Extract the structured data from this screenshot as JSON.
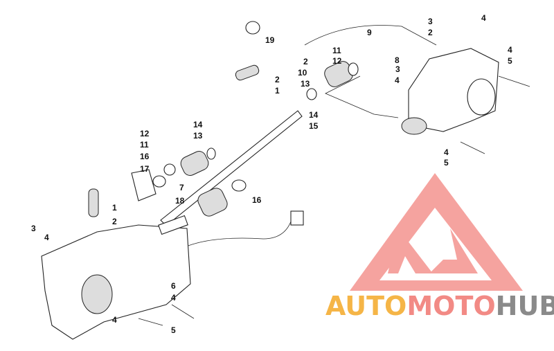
{
  "diagram": {
    "callouts": [
      "19",
      "9",
      "3",
      "4",
      "2",
      "2",
      "10",
      "2",
      "1",
      "11",
      "12",
      "13",
      "14",
      "15",
      "8",
      "3",
      "4",
      "4",
      "5",
      "4",
      "5",
      "14",
      "13",
      "12",
      "11",
      "16",
      "17",
      "7",
      "18",
      "16",
      "1",
      "2",
      "3",
      "4",
      "6",
      "4",
      "4",
      "5"
    ]
  },
  "watermark": {
    "part1": "AUTO",
    "part2": "MOTO",
    "part3": "HUB",
    "colors": {
      "auto": "#f5b547",
      "moto": "#f28a85",
      "hub": "#8a8a8a",
      "logo": "#f59a95"
    }
  }
}
